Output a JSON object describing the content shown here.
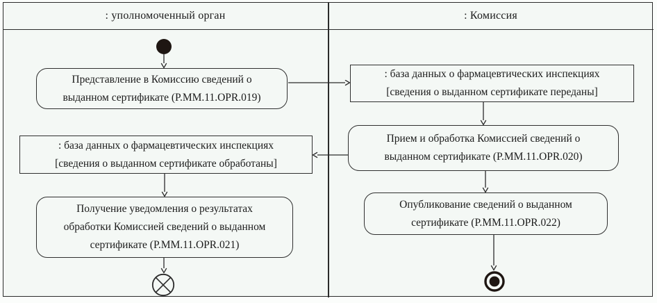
{
  "diagram": {
    "type": "uml-activity-diagram-with-swimlanes",
    "colors": {
      "background": "#f4f8f5",
      "line": "#2b2b2b",
      "text": "#1b1b1b",
      "node_fill": "#f4f8f5"
    },
    "lanes": [
      {
        "id": "authorized-body",
        "title": ": уполномоченный орган"
      },
      {
        "id": "commission",
        "title": ": Комиссия"
      }
    ],
    "nodes": {
      "initial": {
        "type": "initial-node",
        "lane": "authorized-body"
      },
      "action1": {
        "type": "action",
        "lane": "authorized-body",
        "lines": [
          "Представление в Комиссию сведений о",
          "выданном сертификате (P.MM.11.OPR.019)"
        ]
      },
      "object1": {
        "type": "object-node",
        "lane": "commission",
        "lines": [
          ": база данных о фармацевтических инспекциях",
          "[сведения о выданном сертификате переданы]"
        ]
      },
      "action2": {
        "type": "action",
        "lane": "commission",
        "lines": [
          "Прием и обработка Комиссией сведений о",
          "выданном сертификате (P.MM.11.OPR.020)"
        ]
      },
      "object2": {
        "type": "object-node",
        "lane": "authorized-body",
        "lines": [
          ": база данных о фармацевтических инспекциях",
          "[сведения о выданном сертификате обработаны]"
        ]
      },
      "action3": {
        "type": "action",
        "lane": "authorized-body",
        "lines": [
          "Получение уведомления о результатах",
          "обработки Комиссией сведений о выданном",
          "сертификате (P.MM.11.OPR.021)"
        ]
      },
      "action4": {
        "type": "action",
        "lane": "commission",
        "lines": [
          "Опубликование сведений о выданном",
          "сертификате (P.MM.11.OPR.022)"
        ]
      },
      "flow_final": {
        "type": "flow-final-node",
        "lane": "authorized-body"
      },
      "activity_final": {
        "type": "activity-final-node",
        "lane": "commission"
      }
    },
    "edges": [
      {
        "from": "initial",
        "to": "action1"
      },
      {
        "from": "action1",
        "to": "object1"
      },
      {
        "from": "object1",
        "to": "action2"
      },
      {
        "from": "action2",
        "to": "object2"
      },
      {
        "from": "object2",
        "to": "action3"
      },
      {
        "from": "action2",
        "to": "action4"
      },
      {
        "from": "action3",
        "to": "flow_final"
      },
      {
        "from": "action4",
        "to": "activity_final"
      }
    ]
  }
}
